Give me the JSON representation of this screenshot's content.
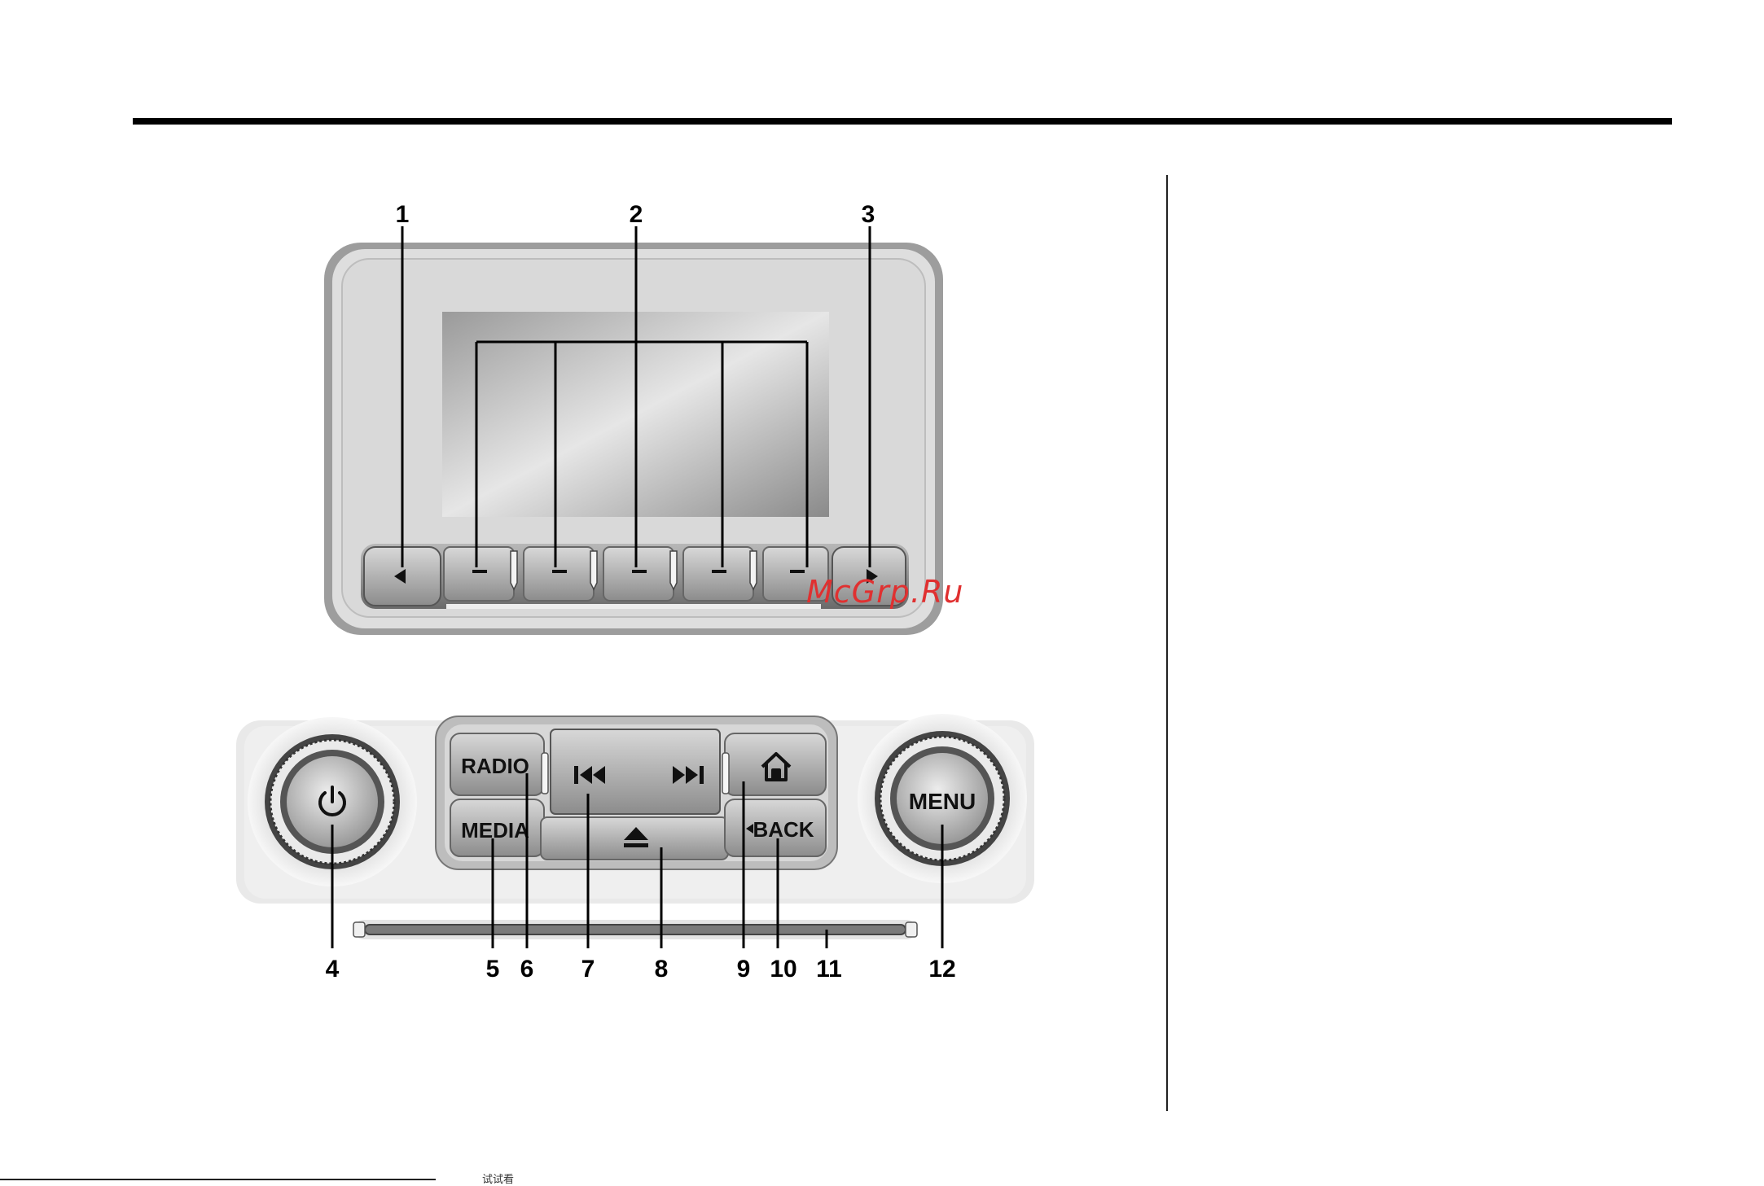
{
  "watermark": "McGrp.Ru",
  "footer": "试试看",
  "callouts": [
    "1",
    "2",
    "3",
    "4",
    "5",
    "6",
    "7",
    "8",
    "9",
    "10",
    "11",
    "12"
  ],
  "buttons": {
    "radio": "RADIO",
    "media": "MEDIA",
    "back": "BACK",
    "menu": "MENU"
  },
  "icons": [
    "power-icon",
    "seek-back-icon",
    "seek-forward-icon",
    "eject-icon",
    "home-icon",
    "back-arrow-icon",
    "left-arrow-icon",
    "right-arrow-icon"
  ]
}
